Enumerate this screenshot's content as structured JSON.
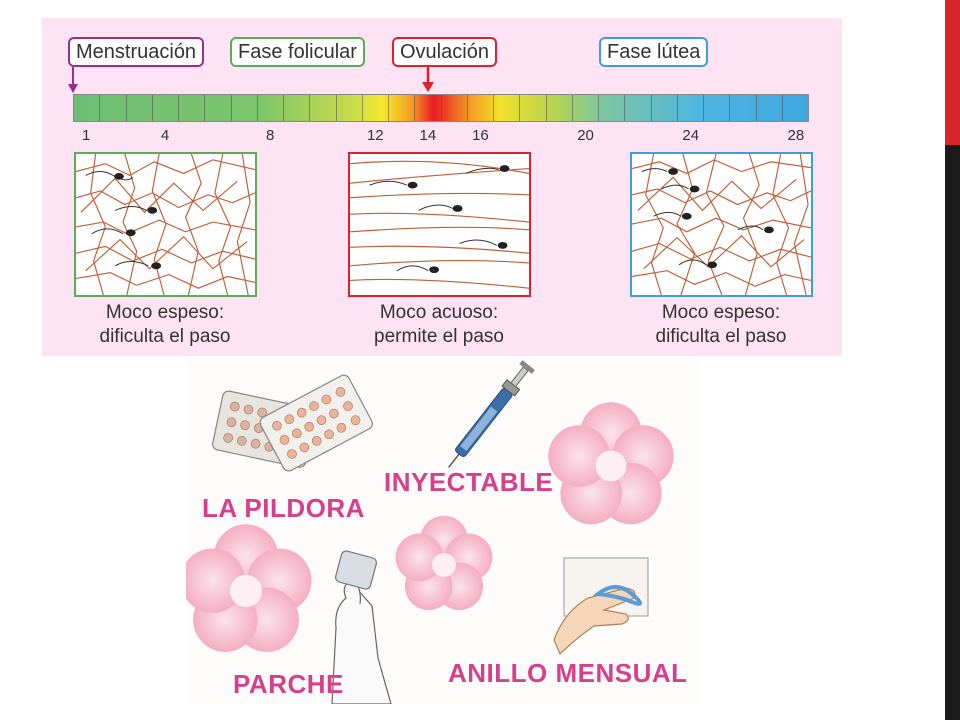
{
  "cycle": {
    "phases": {
      "menstruacion": "Menstruación",
      "folicular": "Fase folicular",
      "ovulacion": "Ovulación",
      "lutea": "Fase lútea"
    },
    "days_in_cycle": 28,
    "tick_labels": [
      "1",
      "4",
      "8",
      "12",
      "14",
      "16",
      "20",
      "24",
      "28"
    ],
    "tick_days": [
      1,
      4,
      8,
      12,
      14,
      16,
      20,
      24,
      28
    ],
    "panels": [
      {
        "caption_line1": "Moco espeso:",
        "caption_line2": "dificulta el paso"
      },
      {
        "caption_line1": "Moco acuoso:",
        "caption_line2": "permite el paso"
      },
      {
        "caption_line1": "Moco espeso:",
        "caption_line2": "dificulta el paso"
      }
    ],
    "colors": {
      "panel_bg": "#fde3f4",
      "menstruacion": "#9b2d8c",
      "folicular": "#5aab5a",
      "ovulacion": "#e0202a",
      "lutea": "#3d9fd9",
      "mucus": "#c0603a"
    }
  },
  "methods": {
    "pildora": "LA PILDORA",
    "inyectable": "INYECTABLE",
    "parche": "PARCHE",
    "anillo": "ANILLO MENSUAL",
    "label_color": "#d63f8c"
  },
  "decor": {
    "accent_red": "#d8262c",
    "accent_dark": "#1a1a1a"
  }
}
